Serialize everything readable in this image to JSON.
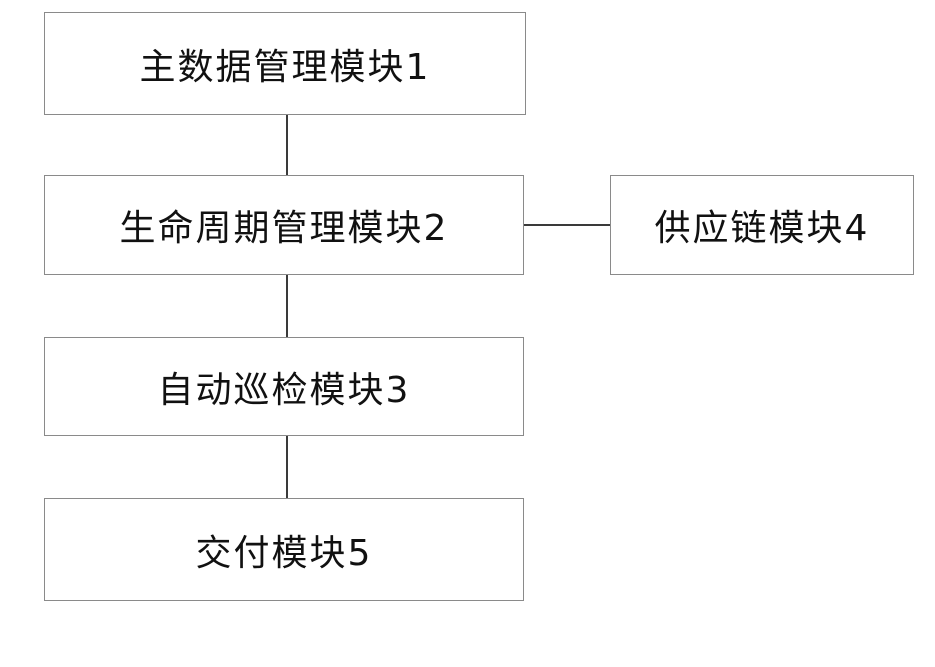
{
  "diagram": {
    "nodes": [
      {
        "id": "1",
        "label": "主数据管理模块1"
      },
      {
        "id": "2",
        "label": "生命周期管理模块2"
      },
      {
        "id": "3",
        "label": "自动巡检模块3"
      },
      {
        "id": "4",
        "label": "供应链模块4"
      },
      {
        "id": "5",
        "label": "交付模块5"
      }
    ],
    "edges": [
      {
        "from": "1",
        "to": "2"
      },
      {
        "from": "2",
        "to": "3"
      },
      {
        "from": "3",
        "to": "5"
      },
      {
        "from": "2",
        "to": "4"
      }
    ]
  }
}
